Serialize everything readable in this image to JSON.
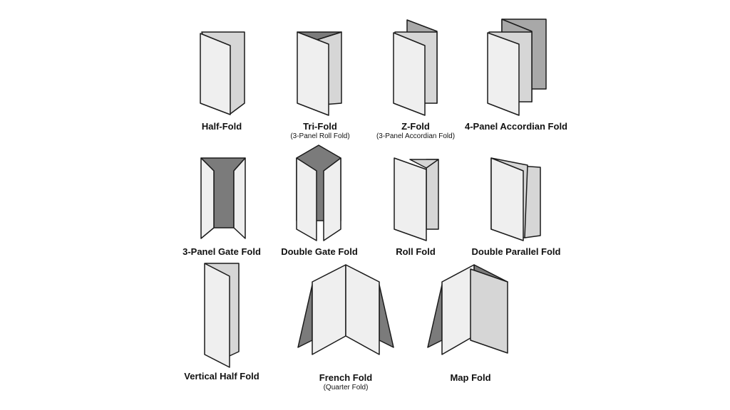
{
  "colors": {
    "panel_light": "#efefef",
    "panel_mid": "#d6d6d6",
    "panel_dark": "#a8a8a8",
    "panel_darkest": "#7b7b7b",
    "outline": "#1a1a1a",
    "background": "#ffffff"
  },
  "folds": [
    {
      "name": "Half-Fold",
      "subtitle": ""
    },
    {
      "name": "Tri-Fold",
      "subtitle": "(3-Panel Roll Fold)"
    },
    {
      "name": "Z-Fold",
      "subtitle": "(3-Panel Accordian Fold)"
    },
    {
      "name": "4-Panel Accordian Fold",
      "subtitle": ""
    },
    {
      "name": "3-Panel Gate Fold",
      "subtitle": ""
    },
    {
      "name": "Double Gate Fold",
      "subtitle": ""
    },
    {
      "name": "Roll Fold",
      "subtitle": ""
    },
    {
      "name": "Double Parallel Fold",
      "subtitle": ""
    },
    {
      "name": "Vertical Half Fold",
      "subtitle": ""
    },
    {
      "name": "French Fold",
      "subtitle": "(Quarter Fold)"
    },
    {
      "name": "Map Fold",
      "subtitle": ""
    }
  ]
}
